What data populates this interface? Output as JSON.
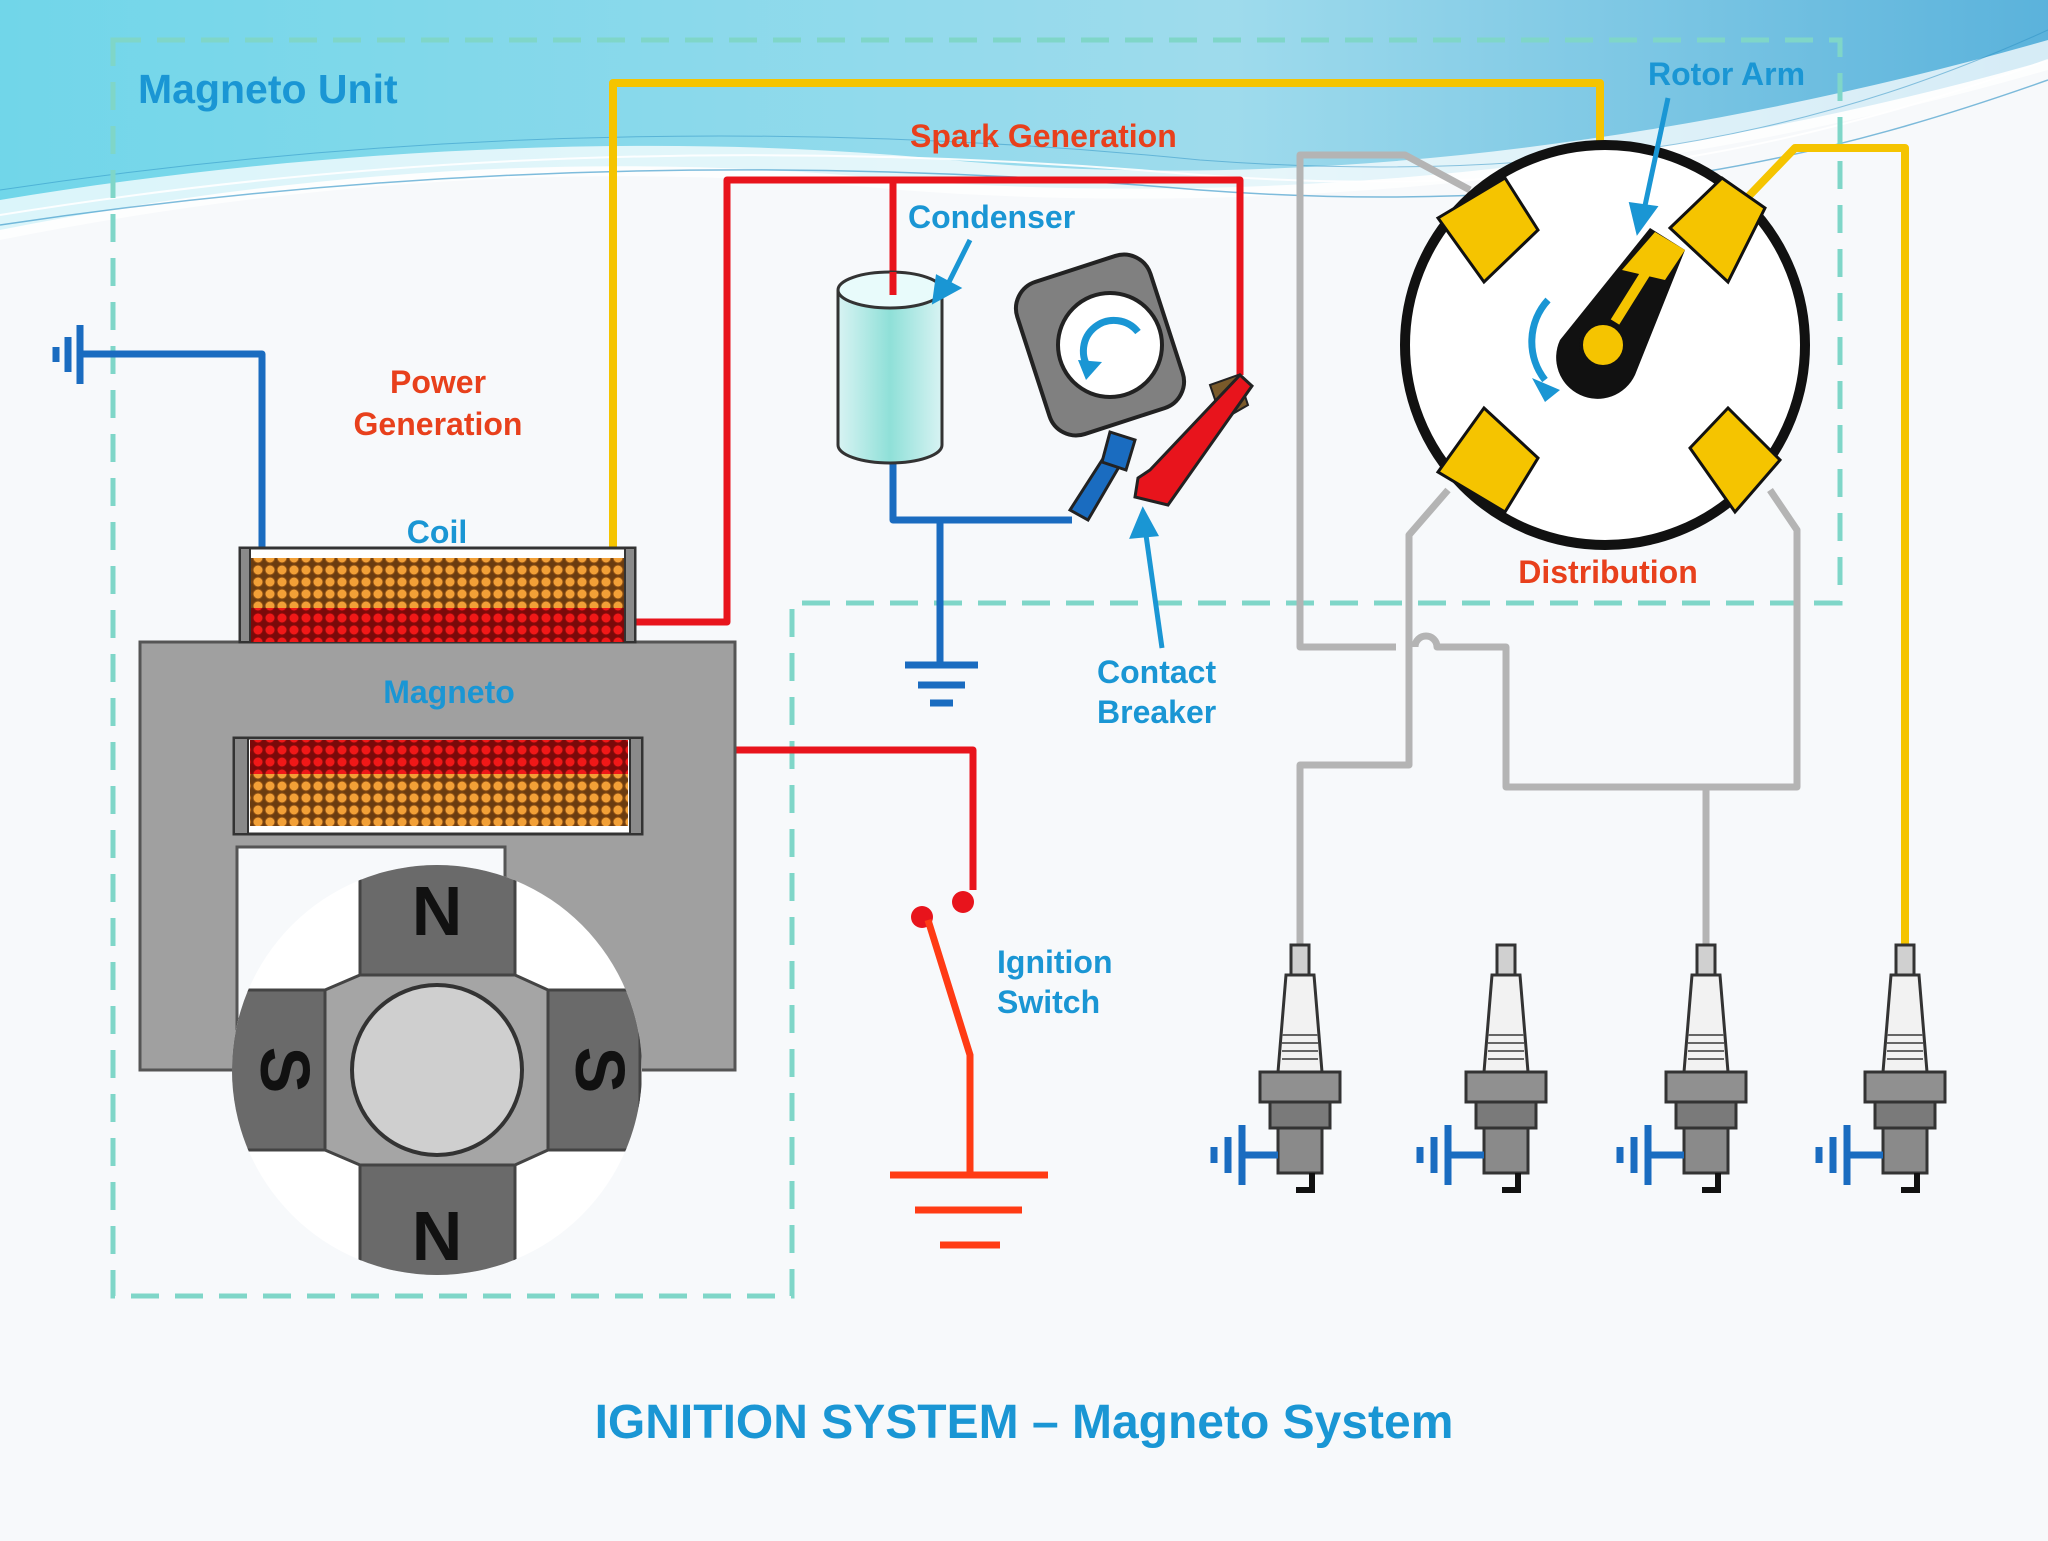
{
  "title": "IGNITION SYSTEM – Magneto System",
  "labels": {
    "magneto_unit": "Magneto Unit",
    "spark_generation": "Spark Generation",
    "rotor_arm": "Rotor Arm",
    "condenser": "Condenser",
    "power_generation_1": "Power",
    "power_generation_2": "Generation",
    "coil": "Coil",
    "magneto": "Magneto",
    "distribution": "Distribution",
    "contact_breaker_1": "Contact",
    "contact_breaker_2": "Breaker",
    "ignition_switch_1": "Ignition",
    "ignition_switch_2": "Switch"
  },
  "poles": {
    "top": "N",
    "bottom": "N",
    "left": "S",
    "right": "S"
  },
  "colors": {
    "blue_label": "#1a96d4",
    "red_label": "#e8401c",
    "hv_wire": "#f5c400",
    "primary_wire": "#e8141c",
    "ground_wire": "#1a6cc0",
    "plug_lead": "#b4b4b4",
    "switch": "#ff3b14",
    "dashed_box": "#7fd6c8",
    "magnet_gray": "#a0a0a0"
  },
  "icons": [
    "ground-symbol-icon",
    "rotation-arrow-icon",
    "spark-plug-icon"
  ]
}
